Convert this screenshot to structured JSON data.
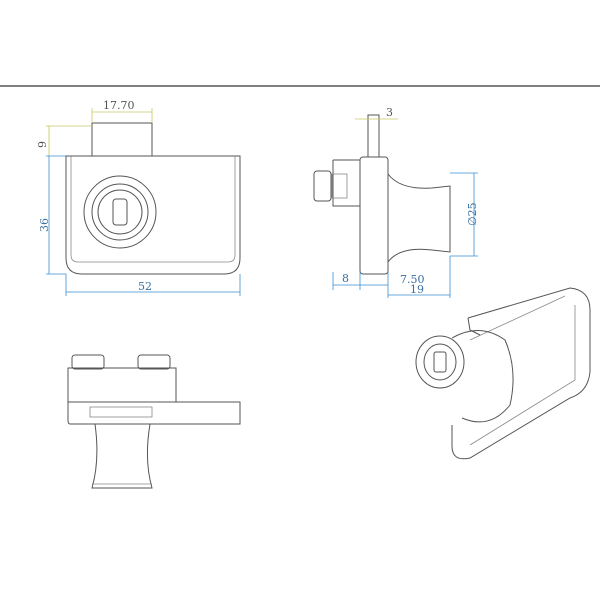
{
  "dimensions": {
    "front_key_width": "17.70",
    "front_top_height": "9",
    "front_body_height": "36",
    "front_width": "52",
    "side_plate_thickness": "3",
    "side_back_depth": "8",
    "side_knob_offset": "7.50",
    "side_knob_depth": "19",
    "side_knob_diameter": "∅25"
  },
  "colors": {
    "dimension": "#3a8fd0",
    "outline": "#555555"
  }
}
